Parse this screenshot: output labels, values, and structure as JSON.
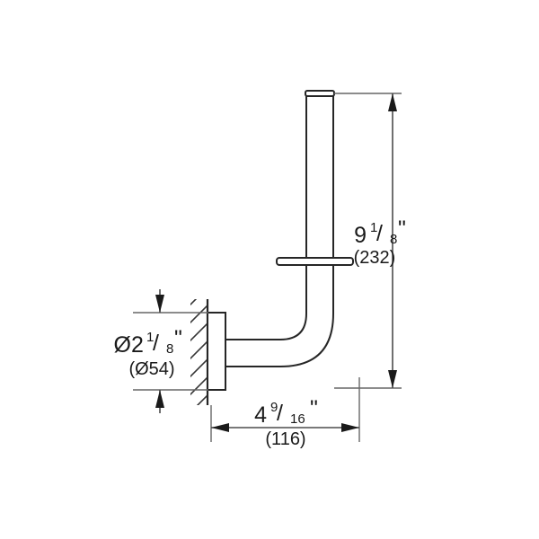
{
  "drawing": {
    "title": "Wall-mounted spare toilet paper holder - dimensioned side view",
    "background_color": "#ffffff",
    "line_color": "#262626",
    "dimension_color": "#4d4d4d",
    "text_color": "#1a1a1a"
  },
  "dimensions": {
    "height": {
      "name": "overall-height",
      "imperial_whole": "9",
      "imperial_frac_num": "1",
      "imperial_frac_slash": "/",
      "imperial_frac_den": "8",
      "imperial_unit": "\"",
      "metric": "(232)",
      "orientation": "vertical",
      "position": "right"
    },
    "projection": {
      "name": "wall-projection",
      "imperial_whole": "4",
      "imperial_frac_num": "9",
      "imperial_frac_slash": "/",
      "imperial_frac_den": "16",
      "imperial_unit": "\"",
      "metric": "(116)",
      "orientation": "horizontal",
      "position": "bottom"
    },
    "diameter": {
      "name": "flange-diameter",
      "symbol": "Ø",
      "imperial_whole": "2",
      "imperial_frac_num": "1",
      "imperial_frac_slash": "/",
      "imperial_frac_den": "8",
      "imperial_unit": "\"",
      "metric": "(Ø54)",
      "orientation": "vertical",
      "position": "left"
    }
  },
  "part": {
    "vertical_pipe": "vertical-pipe",
    "top_cap": "pipe-top-cap",
    "disc_flange": "disc-stop-flange",
    "elbow": "elbow-bend",
    "horizontal_pipe": "horizontal-pipe",
    "wall_plate": "wall-mount-plate",
    "wall": "wall-section-hatch"
  }
}
